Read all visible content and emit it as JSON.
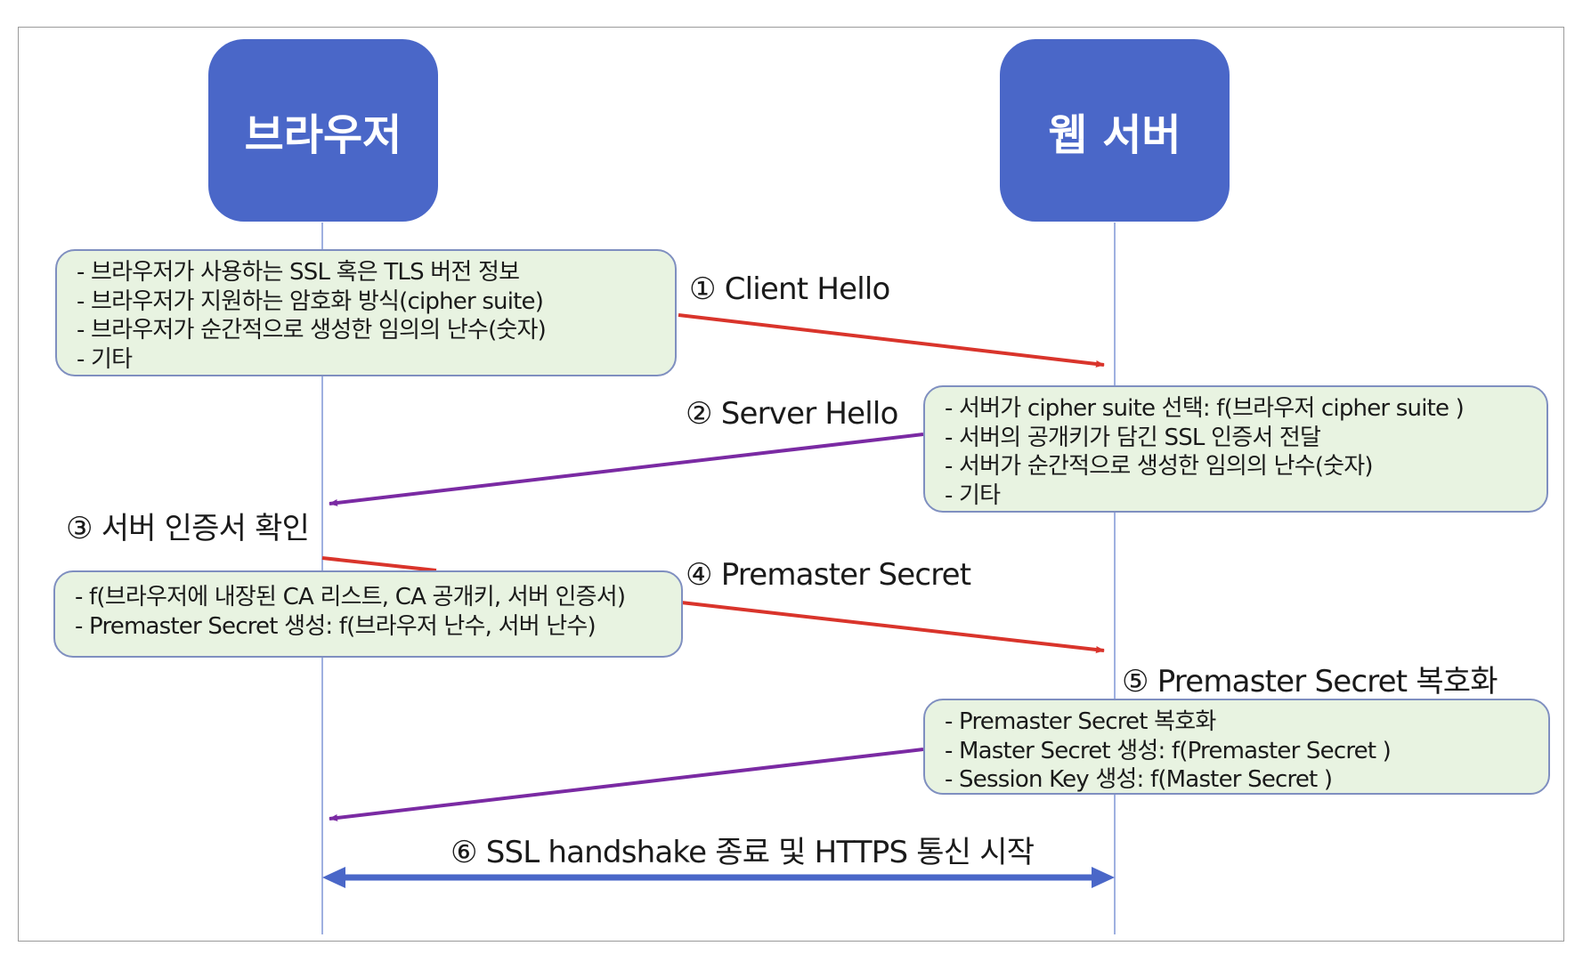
{
  "actors": {
    "browser": "브라우저",
    "server": "웹 서버"
  },
  "notes": {
    "client_hello": [
      "-  브라우저가 사용하는 SSL 혹은 TLS 버전 정보",
      "-  브라우저가 지원하는 암호화 방식(cipher suite)",
      "- 브라우저가 순간적으로 생성한 임의의 난수(숫자)",
      "- 기타"
    ],
    "server_hello": [
      "-  서버가 cipher suite 선택: f(브라우저 cipher suite )",
      "-  서버의 공개키가 담긴 SSL 인증서 전달",
      "-  서버가 순간적으로 생성한 임의의 난수(숫자)",
      "-  기타"
    ],
    "premaster": [
      "- f(브라우저에 내장된 CA 리스트, CA 공개키, 서버 인증서)",
      "- Premaster Secret 생성: f(브라우저 난수, 서버 난수)"
    ],
    "decrypt": [
      "-  Premaster Secret 복호화",
      "-  Master Secret 생성: f(Premaster Secret )",
      "-  Session Key 생성: f(Master Secret )"
    ]
  },
  "steps": {
    "s1": "① Client Hello",
    "s2": "② Server Hello",
    "s3": "③ 서버 인증서 확인",
    "s4": "④ Premaster Secret",
    "s5": "⑤ Premaster Secret 복호화",
    "s6": "⑥ SSL handshake 종료 및 HTTPS 통신 시작"
  },
  "colors": {
    "actor": "#4a67c8",
    "note_fill": "#e8f3e1",
    "note_border": "#7f8fc0",
    "lifeline": "#9fb0e0",
    "arrow_red": "#d9342b",
    "arrow_purple": "#7a2aa3",
    "arrow_blue": "#4a67c8"
  }
}
